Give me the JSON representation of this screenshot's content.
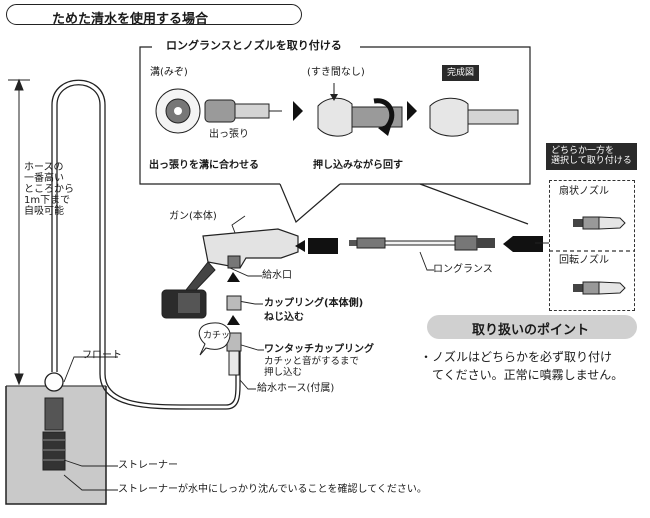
{
  "header": {
    "title": "ためた清水を使用する場合"
  },
  "assembly": {
    "heading": "ロングランスとノズルを取り付ける",
    "groove_label": "溝(みぞ)",
    "protrusion_label": "出っ張り",
    "no_gap_label": "(すき間なし)",
    "completed_label": "完成図",
    "align_caption": "出っ張りを溝に合わせる",
    "push_twist_caption": "押し込みながら回す"
  },
  "nozzle_choice": {
    "instruction": "どちらか一方を\n選択して取り付ける",
    "fan_nozzle": "扇状ノズル",
    "rotary_nozzle": "回転ノズル"
  },
  "parts": {
    "gun_label": "ガン(本体)",
    "water_inlet": "給水口",
    "coupling_title": "カップリング(本体側)",
    "coupling_sub": "ねじ込む",
    "click_sound": "カチッ",
    "one_touch_title": "ワンタッチカップリング",
    "one_touch_sub": "カチッと音がするまで\n押し込む",
    "supply_hose": "給水ホース(付属)",
    "long_lance": "ロングランス",
    "float": "フロート",
    "strainer": "ストレーナー",
    "strainer_note": "ストレーナーが水中にしっかり沈んでいることを確認してください。",
    "hose_note": "ホースの\n一番高い\nところから\n1m下まで\n自吸可能"
  },
  "points": {
    "heading": "取り扱いのポイント",
    "text": "・ノズルはどちらかを必ず取り付け\n　てください。正常に噴霧しません。"
  }
}
